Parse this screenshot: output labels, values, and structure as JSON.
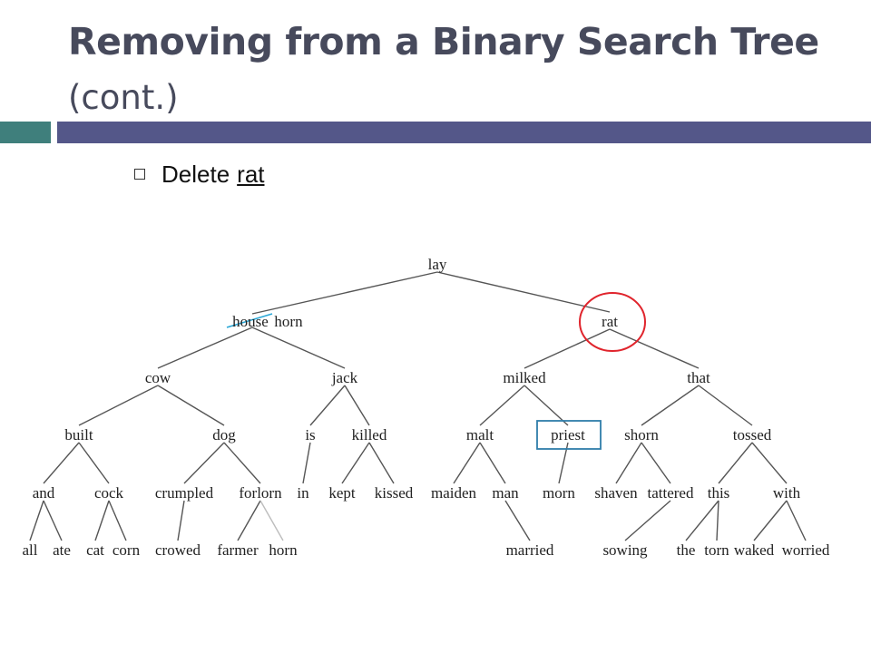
{
  "slide": {
    "title": "Removing from a Binary Search Tree",
    "subtitle": "(cont.)",
    "bullet_prefix": "Delete",
    "bullet_target": "rat"
  },
  "colors": {
    "title": "#474a5c",
    "bar_left": "#3f7f7c",
    "bar_right": "#545789",
    "highlight_blue": "#2aa7d6",
    "circle_red": "#e0242c",
    "box_blue": "#2f7eaa",
    "faded_gray": "#bdbdbd"
  },
  "tree": {
    "nodes": [
      {
        "id": "lay",
        "label": "lay"
      },
      {
        "id": "house",
        "label": "house",
        "style": "struck"
      },
      {
        "id": "horn1",
        "label": "horn",
        "style": "blue"
      },
      {
        "id": "rat",
        "label": "rat",
        "style": "circled"
      },
      {
        "id": "cow",
        "label": "cow"
      },
      {
        "id": "jack",
        "label": "jack"
      },
      {
        "id": "milked",
        "label": "milked"
      },
      {
        "id": "that",
        "label": "that"
      },
      {
        "id": "built",
        "label": "built"
      },
      {
        "id": "dog",
        "label": "dog"
      },
      {
        "id": "is",
        "label": "is"
      },
      {
        "id": "killed",
        "label": "killed"
      },
      {
        "id": "malt",
        "label": "malt"
      },
      {
        "id": "priest",
        "label": "priest",
        "style": "boxed"
      },
      {
        "id": "shorn",
        "label": "shorn"
      },
      {
        "id": "tossed",
        "label": "tossed"
      },
      {
        "id": "and",
        "label": "and"
      },
      {
        "id": "cock",
        "label": "cock"
      },
      {
        "id": "crumpled",
        "label": "crumpled"
      },
      {
        "id": "forlorn",
        "label": "forlorn"
      },
      {
        "id": "in",
        "label": "in"
      },
      {
        "id": "kept",
        "label": "kept"
      },
      {
        "id": "kissed",
        "label": "kissed"
      },
      {
        "id": "maiden",
        "label": "maiden"
      },
      {
        "id": "man",
        "label": "man"
      },
      {
        "id": "morn",
        "label": "morn"
      },
      {
        "id": "shaven",
        "label": "shaven"
      },
      {
        "id": "tattered",
        "label": "tattered"
      },
      {
        "id": "this",
        "label": "this"
      },
      {
        "id": "with",
        "label": "with"
      },
      {
        "id": "all",
        "label": "all"
      },
      {
        "id": "ate",
        "label": "ate"
      },
      {
        "id": "cat",
        "label": "cat"
      },
      {
        "id": "corn",
        "label": "corn"
      },
      {
        "id": "crowed",
        "label": "crowed"
      },
      {
        "id": "farmer",
        "label": "farmer"
      },
      {
        "id": "horn2",
        "label": "horn",
        "style": "faded"
      },
      {
        "id": "married",
        "label": "married"
      },
      {
        "id": "sowing",
        "label": "sowing"
      },
      {
        "id": "the",
        "label": "the"
      },
      {
        "id": "torn",
        "label": "torn"
      },
      {
        "id": "waked",
        "label": "waked"
      },
      {
        "id": "worried",
        "label": "worried"
      }
    ],
    "edges": [
      [
        "lay",
        "horn1"
      ],
      [
        "lay",
        "rat"
      ],
      [
        "horn1",
        "cow"
      ],
      [
        "horn1",
        "jack"
      ],
      [
        "rat",
        "milked"
      ],
      [
        "rat",
        "that"
      ],
      [
        "cow",
        "built"
      ],
      [
        "cow",
        "dog"
      ],
      [
        "jack",
        "is"
      ],
      [
        "jack",
        "killed"
      ],
      [
        "milked",
        "malt"
      ],
      [
        "milked",
        "priest"
      ],
      [
        "that",
        "shorn"
      ],
      [
        "that",
        "tossed"
      ],
      [
        "built",
        "and"
      ],
      [
        "built",
        "cock"
      ],
      [
        "dog",
        "crumpled"
      ],
      [
        "dog",
        "forlorn"
      ],
      [
        "is",
        "in"
      ],
      [
        "killed",
        "kept"
      ],
      [
        "killed",
        "kissed"
      ],
      [
        "malt",
        "maiden"
      ],
      [
        "malt",
        "man"
      ],
      [
        "priest",
        "morn"
      ],
      [
        "shorn",
        "shaven"
      ],
      [
        "shorn",
        "tattered"
      ],
      [
        "tossed",
        "this"
      ],
      [
        "tossed",
        "with"
      ],
      [
        "and",
        "all"
      ],
      [
        "and",
        "ate"
      ],
      [
        "cock",
        "cat"
      ],
      [
        "cock",
        "corn"
      ],
      [
        "crumpled",
        "crowed"
      ],
      [
        "forlorn",
        "farmer"
      ],
      [
        "forlorn",
        "horn2",
        "faded"
      ],
      [
        "man",
        "married"
      ],
      [
        "tattered",
        "sowing"
      ],
      [
        "this",
        "the"
      ],
      [
        "this",
        "torn"
      ],
      [
        "with",
        "waked"
      ],
      [
        "with",
        "worried"
      ]
    ]
  }
}
